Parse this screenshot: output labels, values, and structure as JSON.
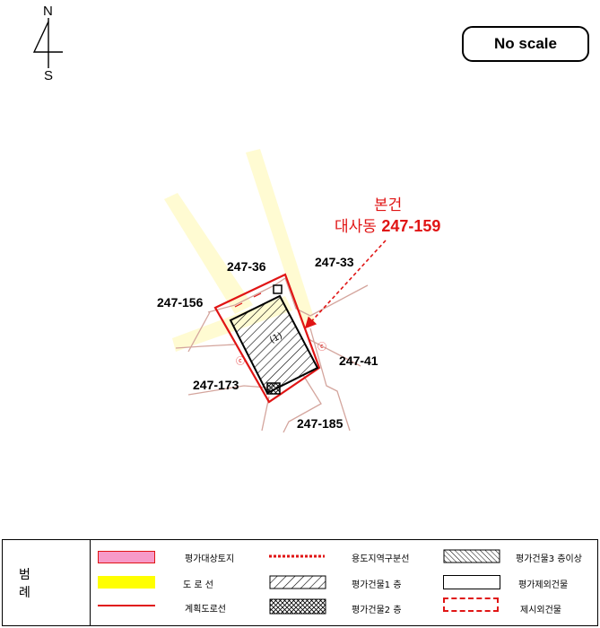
{
  "compass": {
    "north": "N",
    "south": "S"
  },
  "scale_label": "No scale",
  "subject": {
    "line1": "본건",
    "line2_prefix": "대사동 ",
    "line2_number": "247-159"
  },
  "parcels": [
    "247-36",
    "247-33",
    "247-156",
    "247-41",
    "247-173",
    "247-185"
  ],
  "building_marks": [
    "(1)",
    "ⓒ",
    "ⓒ"
  ],
  "colors": {
    "target_land": "#f79ac8",
    "road": "#ffff00",
    "road_band": "#fffbd2",
    "boundary": "#e01515",
    "parcel_line": "#d4a59d"
  },
  "legend": {
    "title": "범 례",
    "items": [
      {
        "symbol": "pink-fill",
        "label": "평가대상토지"
      },
      {
        "symbol": "red-dotted-line",
        "label": "용도지역구분선"
      },
      {
        "symbol": "dense-hatch",
        "label": "평가건물3 층이상"
      },
      {
        "symbol": "yellow-fill",
        "label": "도 로 선"
      },
      {
        "symbol": "diagonal-hatch",
        "label": "평가건물1 층"
      },
      {
        "symbol": "empty-box",
        "label": "평가제외건물"
      },
      {
        "symbol": "red-line",
        "label": "계획도로선"
      },
      {
        "symbol": "cross-hatch",
        "label": "평가건물2 층"
      },
      {
        "symbol": "red-dashed-box",
        "label": "제시외건물"
      }
    ]
  }
}
